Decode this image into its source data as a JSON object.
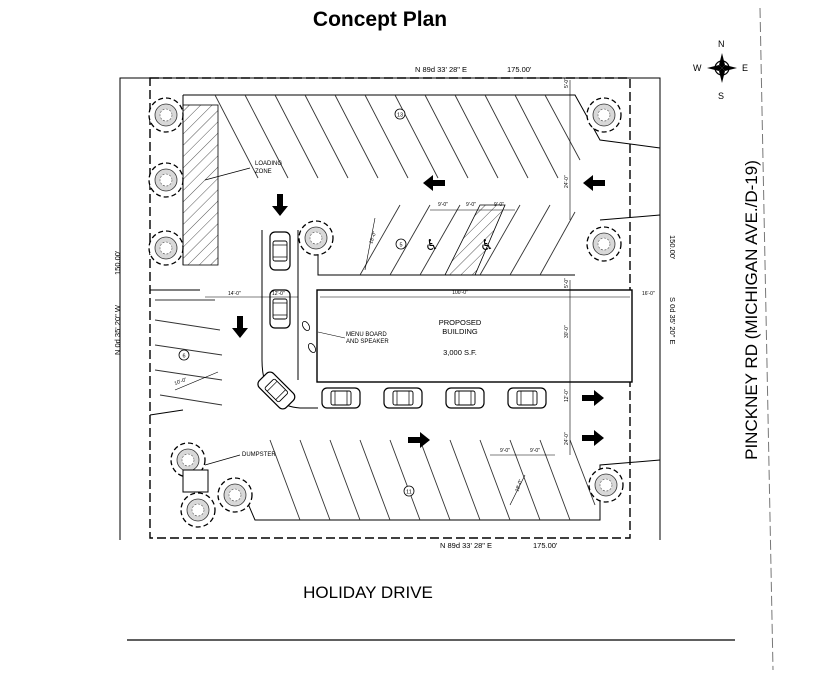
{
  "title": "Concept Plan",
  "compass": {
    "n": "N",
    "s": "S",
    "e": "E",
    "w": "W"
  },
  "bearings": {
    "top": "N 89d 33' 28\" E",
    "top_len": "175.00'",
    "bottom": "N 89d 33' 28\" E",
    "bottom_len": "175.00'",
    "left": "N 0d 35' 20\" W",
    "left_len": "150.00'",
    "right": "S 0d 35' 20\" E",
    "right_len": "150.00'"
  },
  "roads": {
    "south": "HOLIDAY DRIVE",
    "east": "PINCKNEY RD (MICHIGAN AVE./D-19)"
  },
  "building": {
    "line1": "PROPOSED",
    "line2": "BUILDING",
    "area": "3,000 S.F."
  },
  "labels": {
    "loading_line1": "LOADING",
    "loading_line2": "ZONE",
    "menu_line1": "MENU BOARD",
    "menu_line2": "AND SPEAKER",
    "dumpster": "DUMPSTER"
  },
  "stall_counts": {
    "top": "13",
    "middle": "5",
    "left": "6",
    "bottom": "11"
  },
  "dims": {
    "d1": "9'-0\"",
    "d2": "9'-0\"",
    "d3": "9'-0\"",
    "d4": "9'-0\"",
    "d5": "9'-0\"",
    "bldg_len": "100'-0\"",
    "bldg_w": "30'-0\"",
    "aisle_top": "24'-0\"",
    "aisle_bot": "24'-0\"",
    "left_off": "14'-0\"",
    "right_off": "16'-0\"",
    "lane": "12'-0\"",
    "lane2": "12'-0\"",
    "stall_depth": "18'-0\"",
    "stall_depth2": "18'-0\"",
    "setback_top": "5'-0\"",
    "setback_mid": "5'-0\"",
    "setback_left": "10'-0\""
  }
}
